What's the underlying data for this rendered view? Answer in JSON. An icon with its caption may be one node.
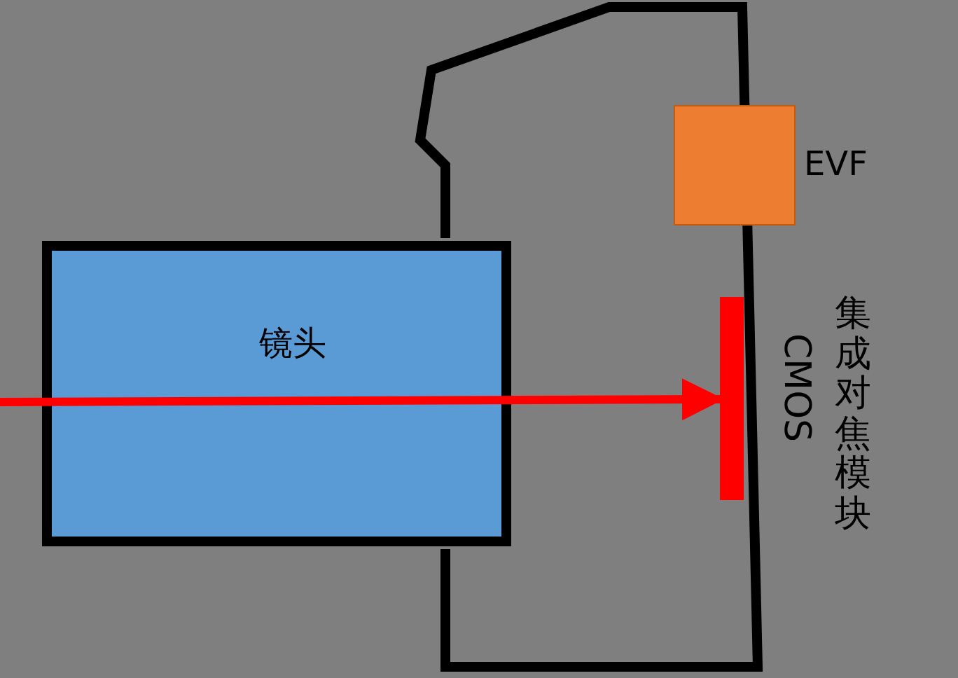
{
  "diagram": {
    "nodes": [
      {
        "text": [
          "镜头"
        ]
      },
      {
        "text": [
          "EVF"
        ]
      },
      {
        "text": [
          "CMOS",
          "集成对焦模块"
        ]
      }
    ],
    "edges": [
      {
        "from": null,
        "to": 2,
        "arrow": "to"
      }
    ]
  }
}
